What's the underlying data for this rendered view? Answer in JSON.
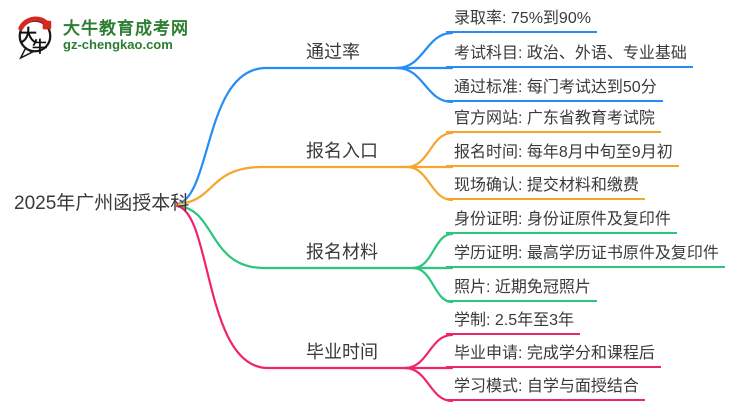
{
  "logo": {
    "icon_chars": "大牛",
    "site_name": "大牛教育成考网",
    "site_url": "gz-chengkao.com"
  },
  "root": {
    "label": "2025年广州函授本科"
  },
  "branches": [
    {
      "label": "通过率",
      "color": "#268df5",
      "leaves": [
        "录取率: 75%到90%",
        "考试科目: 政治、外语、专业基础",
        "通过标准: 每门考试达到50分"
      ]
    },
    {
      "label": "报名入口",
      "color": "#f6a62b",
      "leaves": [
        "官方网站: 广东省教育考试院",
        "报名时间: 每年8月中旬至9月初",
        "现场确认: 提交材料和缴费"
      ]
    },
    {
      "label": "报名材料",
      "color": "#2bc77c",
      "leaves": [
        "身份证明: 身份证原件及复印件",
        "学历证明: 最高学历证书原件及复印件",
        "照片: 近期免冠照片"
      ]
    },
    {
      "label": "毕业时间",
      "color": "#f0246e",
      "leaves": [
        "学制: 2.5年至3年",
        "毕业申请: 完成学分和课程后",
        "学习模式: 自学与面授结合"
      ]
    }
  ],
  "colors": {
    "branch_pass_rate": "#268df5",
    "branch_registration_entry": "#f6a62b",
    "branch_registration_materials": "#2bc77c",
    "branch_graduation_time": "#f0246e",
    "text": "#3a3a3a",
    "logo_green": "#2d7d33",
    "logo_red": "#d5281e"
  }
}
